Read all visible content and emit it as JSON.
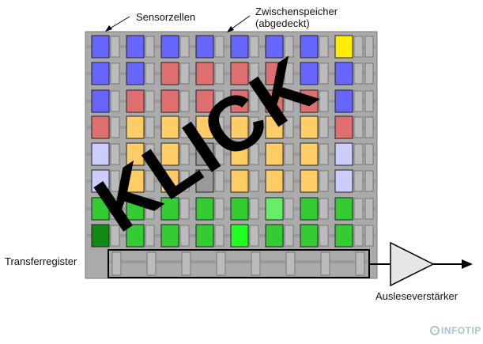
{
  "labels": {
    "sensor_cells": "Sensorzellen",
    "buffer_line1": "Zwischenspeicher",
    "buffer_line2": "(abgedeckt)",
    "transfer_register": "Transferregister",
    "readout_amplifier": "Ausleseverstärker",
    "overlay_text": "KLICK"
  },
  "watermark": "INFOTIP",
  "colors": {
    "B": "#6666ff",
    "R": "#e07070",
    "Y": "#ffcc66",
    "L": "#ccccff",
    "G": "#33cc33",
    "g": "#66ee66",
    "V": "#22ff22",
    "D": "#118811",
    "K": "#999999",
    "Z": "#ffee00",
    "panel": "#aaaaaa",
    "buffer": "#bbbbbb",
    "stamp": "#000000",
    "watermark": "#a9c2d2"
  },
  "pixel_grid": [
    [
      "B",
      "B",
      "B",
      "B",
      "B",
      "B",
      "B",
      "B",
      "Z"
    ],
    [
      "B",
      "B",
      "R",
      "R",
      "R",
      "R",
      "B",
      "B",
      "B"
    ],
    [
      "B",
      "R",
      "R",
      "R",
      "R",
      "R",
      "R",
      "R",
      "B"
    ],
    [
      "R",
      "Y",
      "Y",
      "Y",
      "Y",
      "Y",
      "Y",
      "Y",
      "R"
    ],
    [
      "L",
      "Y",
      "Y",
      "K",
      "Y",
      "Y",
      "Y",
      "Y",
      "L"
    ],
    [
      "L",
      "Y",
      "Y",
      "K",
      "Y",
      "Y",
      "Y",
      "Y",
      "L"
    ],
    [
      "G",
      "G",
      "G",
      "G",
      "G",
      "g",
      "G",
      "G",
      "G"
    ],
    [
      "D",
      "G",
      "G",
      "G",
      "V",
      "G",
      "V",
      "G",
      "G"
    ]
  ]
}
